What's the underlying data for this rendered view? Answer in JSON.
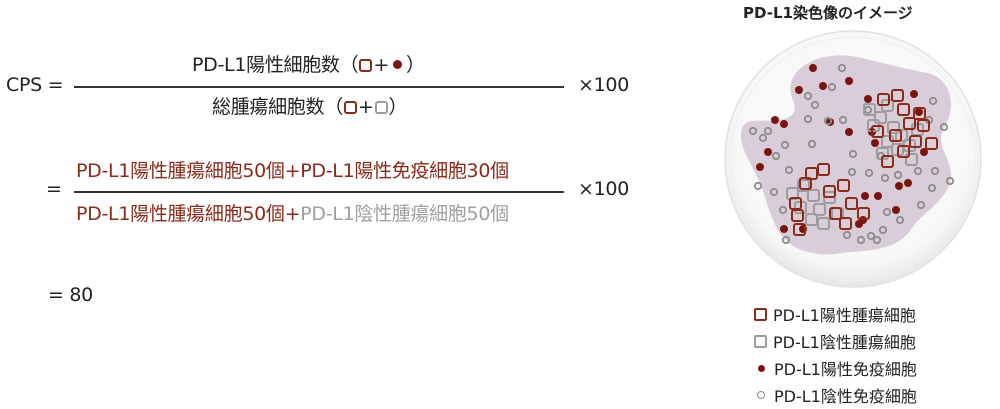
{
  "formula": {
    "lhs": "CPS =",
    "line1": {
      "numerator": {
        "text": "PD-L1陽性細胞数（",
        "plus": "+",
        "close": "）"
      },
      "denominator": {
        "text": "総腫瘍細胞数（",
        "plus": "+",
        "close": "）"
      },
      "multiplier": "×100"
    },
    "line2": {
      "eq": "=",
      "numerator": {
        "part1": "PD-L1陽性腫瘍細胞50個",
        "plus": "+",
        "part2": "PD-L1陽性免疫細胞30個"
      },
      "denominator": {
        "part1": "PD-L1陽性腫瘍細胞50個",
        "plus": "+",
        "part2": "PD-L1陰性腫瘍細胞50個"
      },
      "multiplier": "×100"
    },
    "result": "= 80"
  },
  "illustration": {
    "title": "PD-L1染色像のイメージ",
    "colors": {
      "positive": "#8a2b1a",
      "negative": "#9c9c9c",
      "immune_positive": "#7a1410",
      "tissue": "#d9cdd9"
    }
  },
  "legend": {
    "items": [
      {
        "label": "PD-L1陽性腫瘍細胞",
        "marker": "square-red"
      },
      {
        "label": "PD-L1陰性腫瘍細胞",
        "marker": "square-gray"
      },
      {
        "label": "PD-L1陽性免疫細胞",
        "marker": "dot-red"
      },
      {
        "label": "PD-L1陰性免疫細胞",
        "marker": "ring-gray"
      }
    ]
  }
}
